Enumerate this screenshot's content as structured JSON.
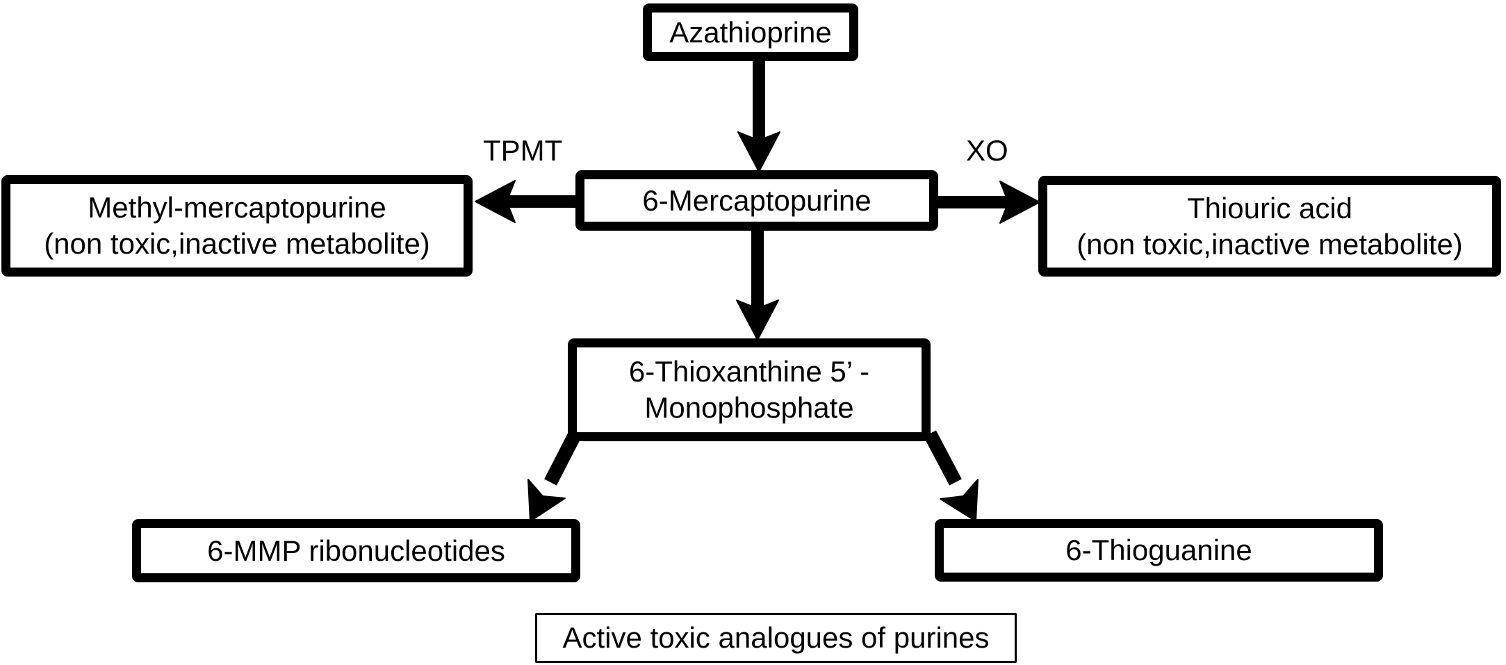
{
  "diagram": {
    "type": "flowchart",
    "background_color": "#ffffff",
    "box_border_color": "#000000",
    "box_fill_color": "#ffffff",
    "text_color": "#000000",
    "nodes": {
      "azathioprine": {
        "label": "Azathioprine"
      },
      "mercaptopurine": {
        "label": "6-Mercaptopurine"
      },
      "methyl_mercaptopurine": {
        "line1": "Methyl-mercaptopurine",
        "line2": "(non toxic,inactive metabolite)"
      },
      "thiouric_acid": {
        "line1": "Thiouric acid",
        "line2": "(non toxic,inactive metabolite)"
      },
      "thioxanthine_monophosphate": {
        "line1": "6-Thioxanthine 5’ -",
        "line2": "Monophosphate"
      },
      "mmp_ribonucleotides": {
        "label": "6-MMP ribonucleotides"
      },
      "thioguanine": {
        "label": "6-Thioguanine"
      },
      "active_toxic_note": {
        "label": "Active toxic analogues of purines"
      }
    },
    "enzyme_labels": {
      "tpmt": "TPMT",
      "xo": "XO"
    },
    "edges": [
      {
        "from": "Azathioprine",
        "to": "6-Mercaptopurine",
        "label": ""
      },
      {
        "from": "6-Mercaptopurine",
        "to": "Methyl-mercaptopurine (non toxic,inactive metabolite)",
        "label": "TPMT"
      },
      {
        "from": "6-Mercaptopurine",
        "to": "Thiouric acid (non toxic,inactive metabolite)",
        "label": "XO"
      },
      {
        "from": "6-Mercaptopurine",
        "to": "6-Thioxanthine 5’ - Monophosphate",
        "label": ""
      },
      {
        "from": "6-Thioxanthine 5’ - Monophosphate",
        "to": "6-MMP ribonucleotides",
        "label": ""
      },
      {
        "from": "6-Thioxanthine 5’ - Monophosphate",
        "to": "6-Thioguanine",
        "label": ""
      }
    ]
  }
}
